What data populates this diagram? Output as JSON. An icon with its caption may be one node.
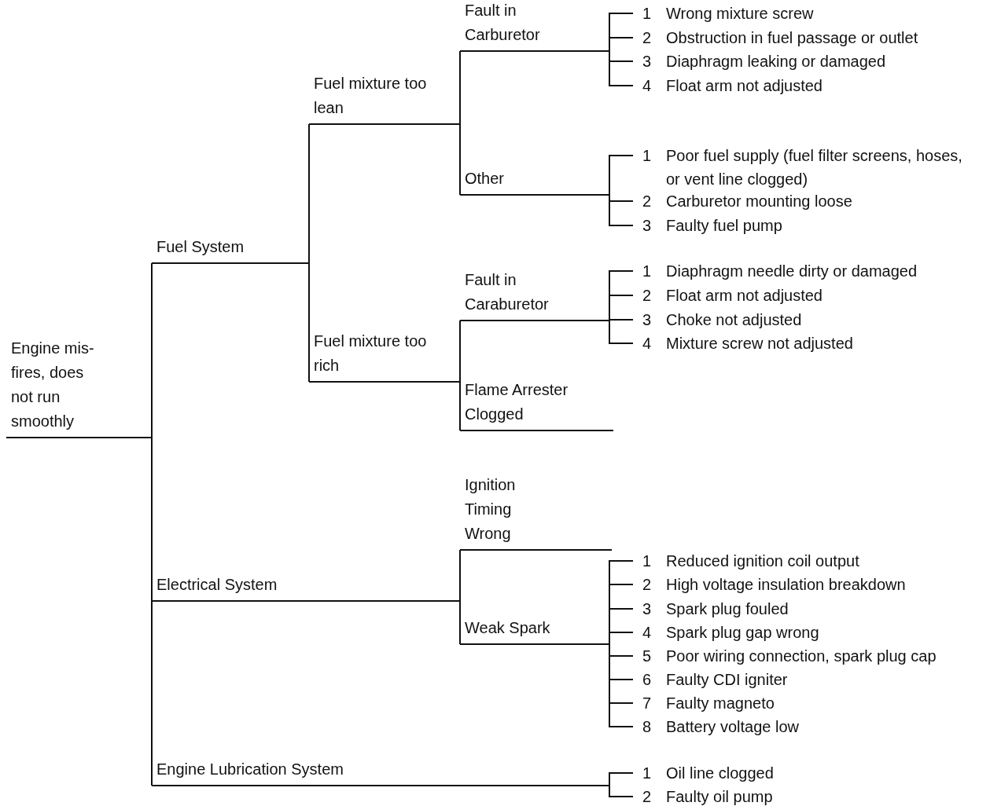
{
  "diagram": {
    "nodes": [
      {
        "text": [
          "Engine mis-fires, does not run smoothly"
        ]
      },
      {
        "text": [
          "Fuel System"
        ]
      },
      {
        "text": [
          "Fuel mixture too lean"
        ]
      },
      {
        "text": [
          "Fault in Carburetor"
        ]
      },
      {
        "text": [
          "1",
          "Wrong mixture screw"
        ]
      },
      {
        "text": [
          "2",
          "Obstruction in fuel passage or outlet"
        ]
      },
      {
        "text": [
          "3",
          "Diaphragm leaking or damaged"
        ]
      },
      {
        "text": [
          "4",
          "Float arm not adjusted"
        ]
      },
      {
        "text": [
          "Other"
        ]
      },
      {
        "text": [
          "1",
          "Poor fuel supply (fuel filter screens, hoses, or vent line clogged)"
        ]
      },
      {
        "text": [
          "2",
          "Carburetor mounting loose"
        ]
      },
      {
        "text": [
          "3",
          "Faulty fuel pump"
        ]
      },
      {
        "text": [
          "Fuel mixture too rich"
        ]
      },
      {
        "text": [
          "Fault in Caraburetor"
        ]
      },
      {
        "text": [
          "1",
          "Diaphragm needle dirty or damaged"
        ]
      },
      {
        "text": [
          "2",
          "Float arm not adjusted"
        ]
      },
      {
        "text": [
          "3",
          "Choke not adjusted"
        ]
      },
      {
        "text": [
          "4",
          "Mixture screw not adjusted"
        ]
      },
      {
        "text": [
          "Flame Arrester Clogged"
        ]
      },
      {
        "text": [
          "Electrical System"
        ]
      },
      {
        "text": [
          "Ignition Timing Wrong"
        ]
      },
      {
        "text": [
          "Weak Spark"
        ]
      },
      {
        "text": [
          "1",
          "Reduced ignition coil output"
        ]
      },
      {
        "text": [
          "2",
          "High voltage insulation breakdown"
        ]
      },
      {
        "text": [
          "3",
          "Spark plug fouled"
        ]
      },
      {
        "text": [
          "4",
          "Spark plug gap wrong"
        ]
      },
      {
        "text": [
          "5",
          "Poor wiring connection, spark plug cap"
        ]
      },
      {
        "text": [
          "6",
          "Faulty CDI igniter"
        ]
      },
      {
        "text": [
          "7",
          "Faulty magneto"
        ]
      },
      {
        "text": [
          "8",
          "Battery voltage low"
        ]
      },
      {
        "text": [
          "Engine Lubrication System"
        ]
      },
      {
        "text": [
          "1",
          "Oil line clogged"
        ]
      },
      {
        "text": [
          "2",
          "Faulty oil pump"
        ]
      }
    ],
    "edges": [
      {
        "from": 0,
        "to": 1,
        "arrow": "none"
      },
      {
        "from": 1,
        "to": 2,
        "arrow": "none"
      },
      {
        "from": 2,
        "to": 3,
        "arrow": "none"
      },
      {
        "from": 3,
        "to": 4,
        "arrow": "none"
      },
      {
        "from": 3,
        "to": 5,
        "arrow": "none"
      },
      {
        "from": 3,
        "to": 6,
        "arrow": "none"
      },
      {
        "from": 3,
        "to": 7,
        "arrow": "none"
      },
      {
        "from": 2,
        "to": 8,
        "arrow": "none"
      },
      {
        "from": 8,
        "to": 9,
        "arrow": "none"
      },
      {
        "from": 8,
        "to": 10,
        "arrow": "none"
      },
      {
        "from": 8,
        "to": 11,
        "arrow": "none"
      },
      {
        "from": 1,
        "to": 12,
        "arrow": "none"
      },
      {
        "from": 12,
        "to": 13,
        "arrow": "none"
      },
      {
        "from": 13,
        "to": 14,
        "arrow": "none"
      },
      {
        "from": 13,
        "to": 15,
        "arrow": "none"
      },
      {
        "from": 13,
        "to": 16,
        "arrow": "none"
      },
      {
        "from": 13,
        "to": 17,
        "arrow": "none"
      },
      {
        "from": 12,
        "to": 18,
        "arrow": "none"
      },
      {
        "from": 0,
        "to": 19,
        "arrow": "none"
      },
      {
        "from": 19,
        "to": 20,
        "arrow": "none"
      },
      {
        "from": 19,
        "to": 21,
        "arrow": "none"
      },
      {
        "from": 21,
        "to": 22,
        "arrow": "none"
      },
      {
        "from": 21,
        "to": 23,
        "arrow": "none"
      },
      {
        "from": 21,
        "to": 24,
        "arrow": "none"
      },
      {
        "from": 21,
        "to": 25,
        "arrow": "none"
      },
      {
        "from": 21,
        "to": 26,
        "arrow": "none"
      },
      {
        "from": 21,
        "to": 27,
        "arrow": "none"
      },
      {
        "from": 21,
        "to": 28,
        "arrow": "none"
      },
      {
        "from": 21,
        "to": 29,
        "arrow": "none"
      },
      {
        "from": 0,
        "to": 30,
        "arrow": "none"
      },
      {
        "from": 30,
        "to": 31,
        "arrow": "none"
      },
      {
        "from": 30,
        "to": 32,
        "arrow": "none"
      }
    ]
  }
}
